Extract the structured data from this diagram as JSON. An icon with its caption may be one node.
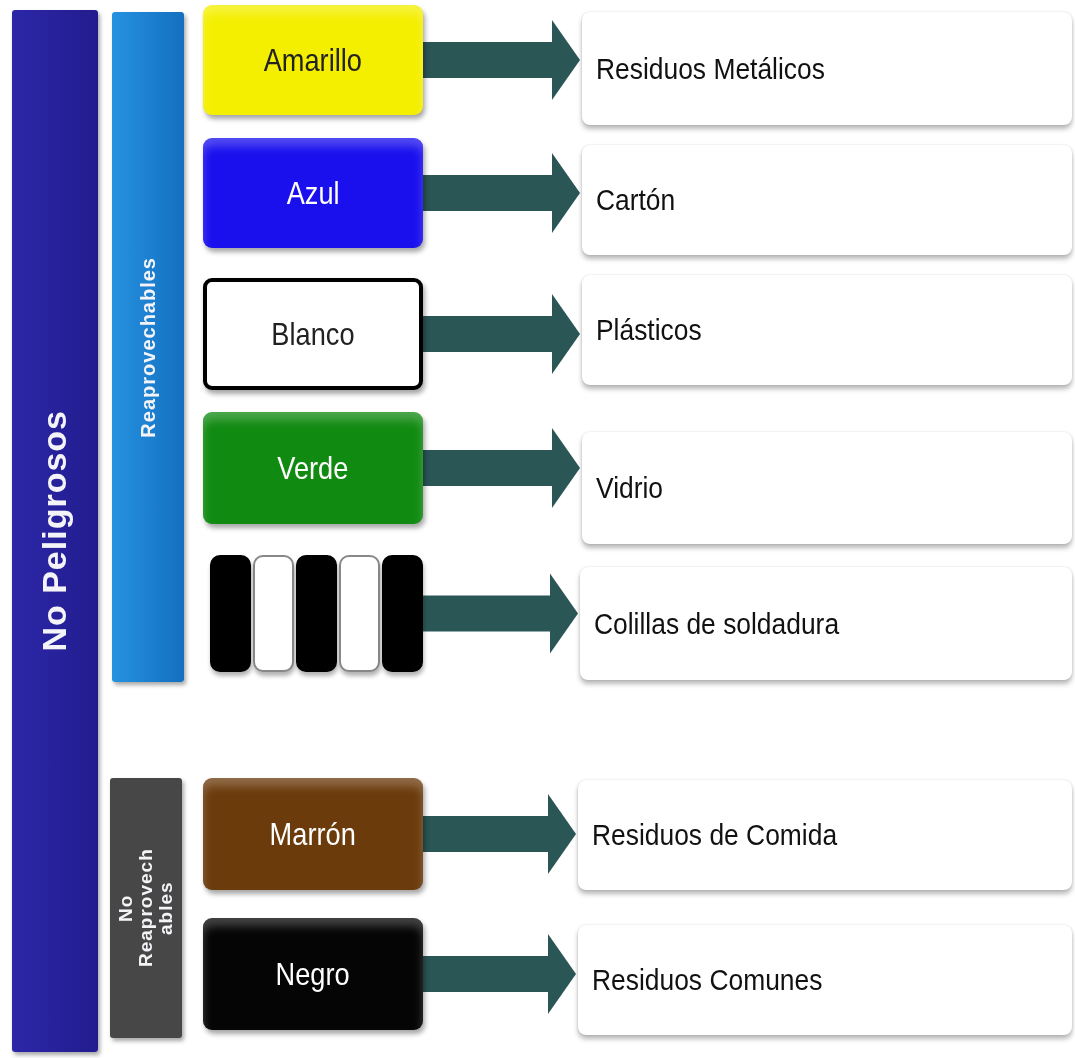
{
  "diagram": {
    "nodes": [
      {
        "text": [
          "No Peligrosos"
        ]
      },
      {
        "text": [
          "Reaprovechables"
        ]
      },
      {
        "text": [
          "Amarillo"
        ]
      },
      {
        "text": [
          "Azul"
        ]
      },
      {
        "text": [
          "Blanco"
        ]
      },
      {
        "text": [
          "Verde"
        ]
      },
      {
        "text": [],
        "shape": "box"
      },
      {
        "text": [
          "No Reaprovech ables"
        ]
      },
      {
        "text": [
          "Marrón"
        ]
      },
      {
        "text": [
          "Negro"
        ]
      },
      {
        "text": [
          "Residuos Metálicos"
        ]
      },
      {
        "text": [
          "Cartón"
        ]
      },
      {
        "text": [
          "Plásticos"
        ]
      },
      {
        "text": [
          "Vidrio"
        ]
      },
      {
        "text": [
          "Colillas de soldadura"
        ]
      },
      {
        "text": [
          "Residuos de Comida"
        ]
      },
      {
        "text": [
          "Residuos Comunes"
        ]
      }
    ],
    "edges": [
      {
        "from": 2,
        "to": 10,
        "arrow": "to"
      },
      {
        "from": 3,
        "to": 11,
        "arrow": "to"
      },
      {
        "from": 4,
        "to": 12,
        "arrow": "to"
      },
      {
        "from": 5,
        "to": 13,
        "arrow": "to"
      },
      {
        "from": 6,
        "to": 14,
        "arrow": "to"
      },
      {
        "from": 8,
        "to": 15,
        "arrow": "to"
      },
      {
        "from": 9,
        "to": 16,
        "arrow": "to"
      }
    ]
  }
}
